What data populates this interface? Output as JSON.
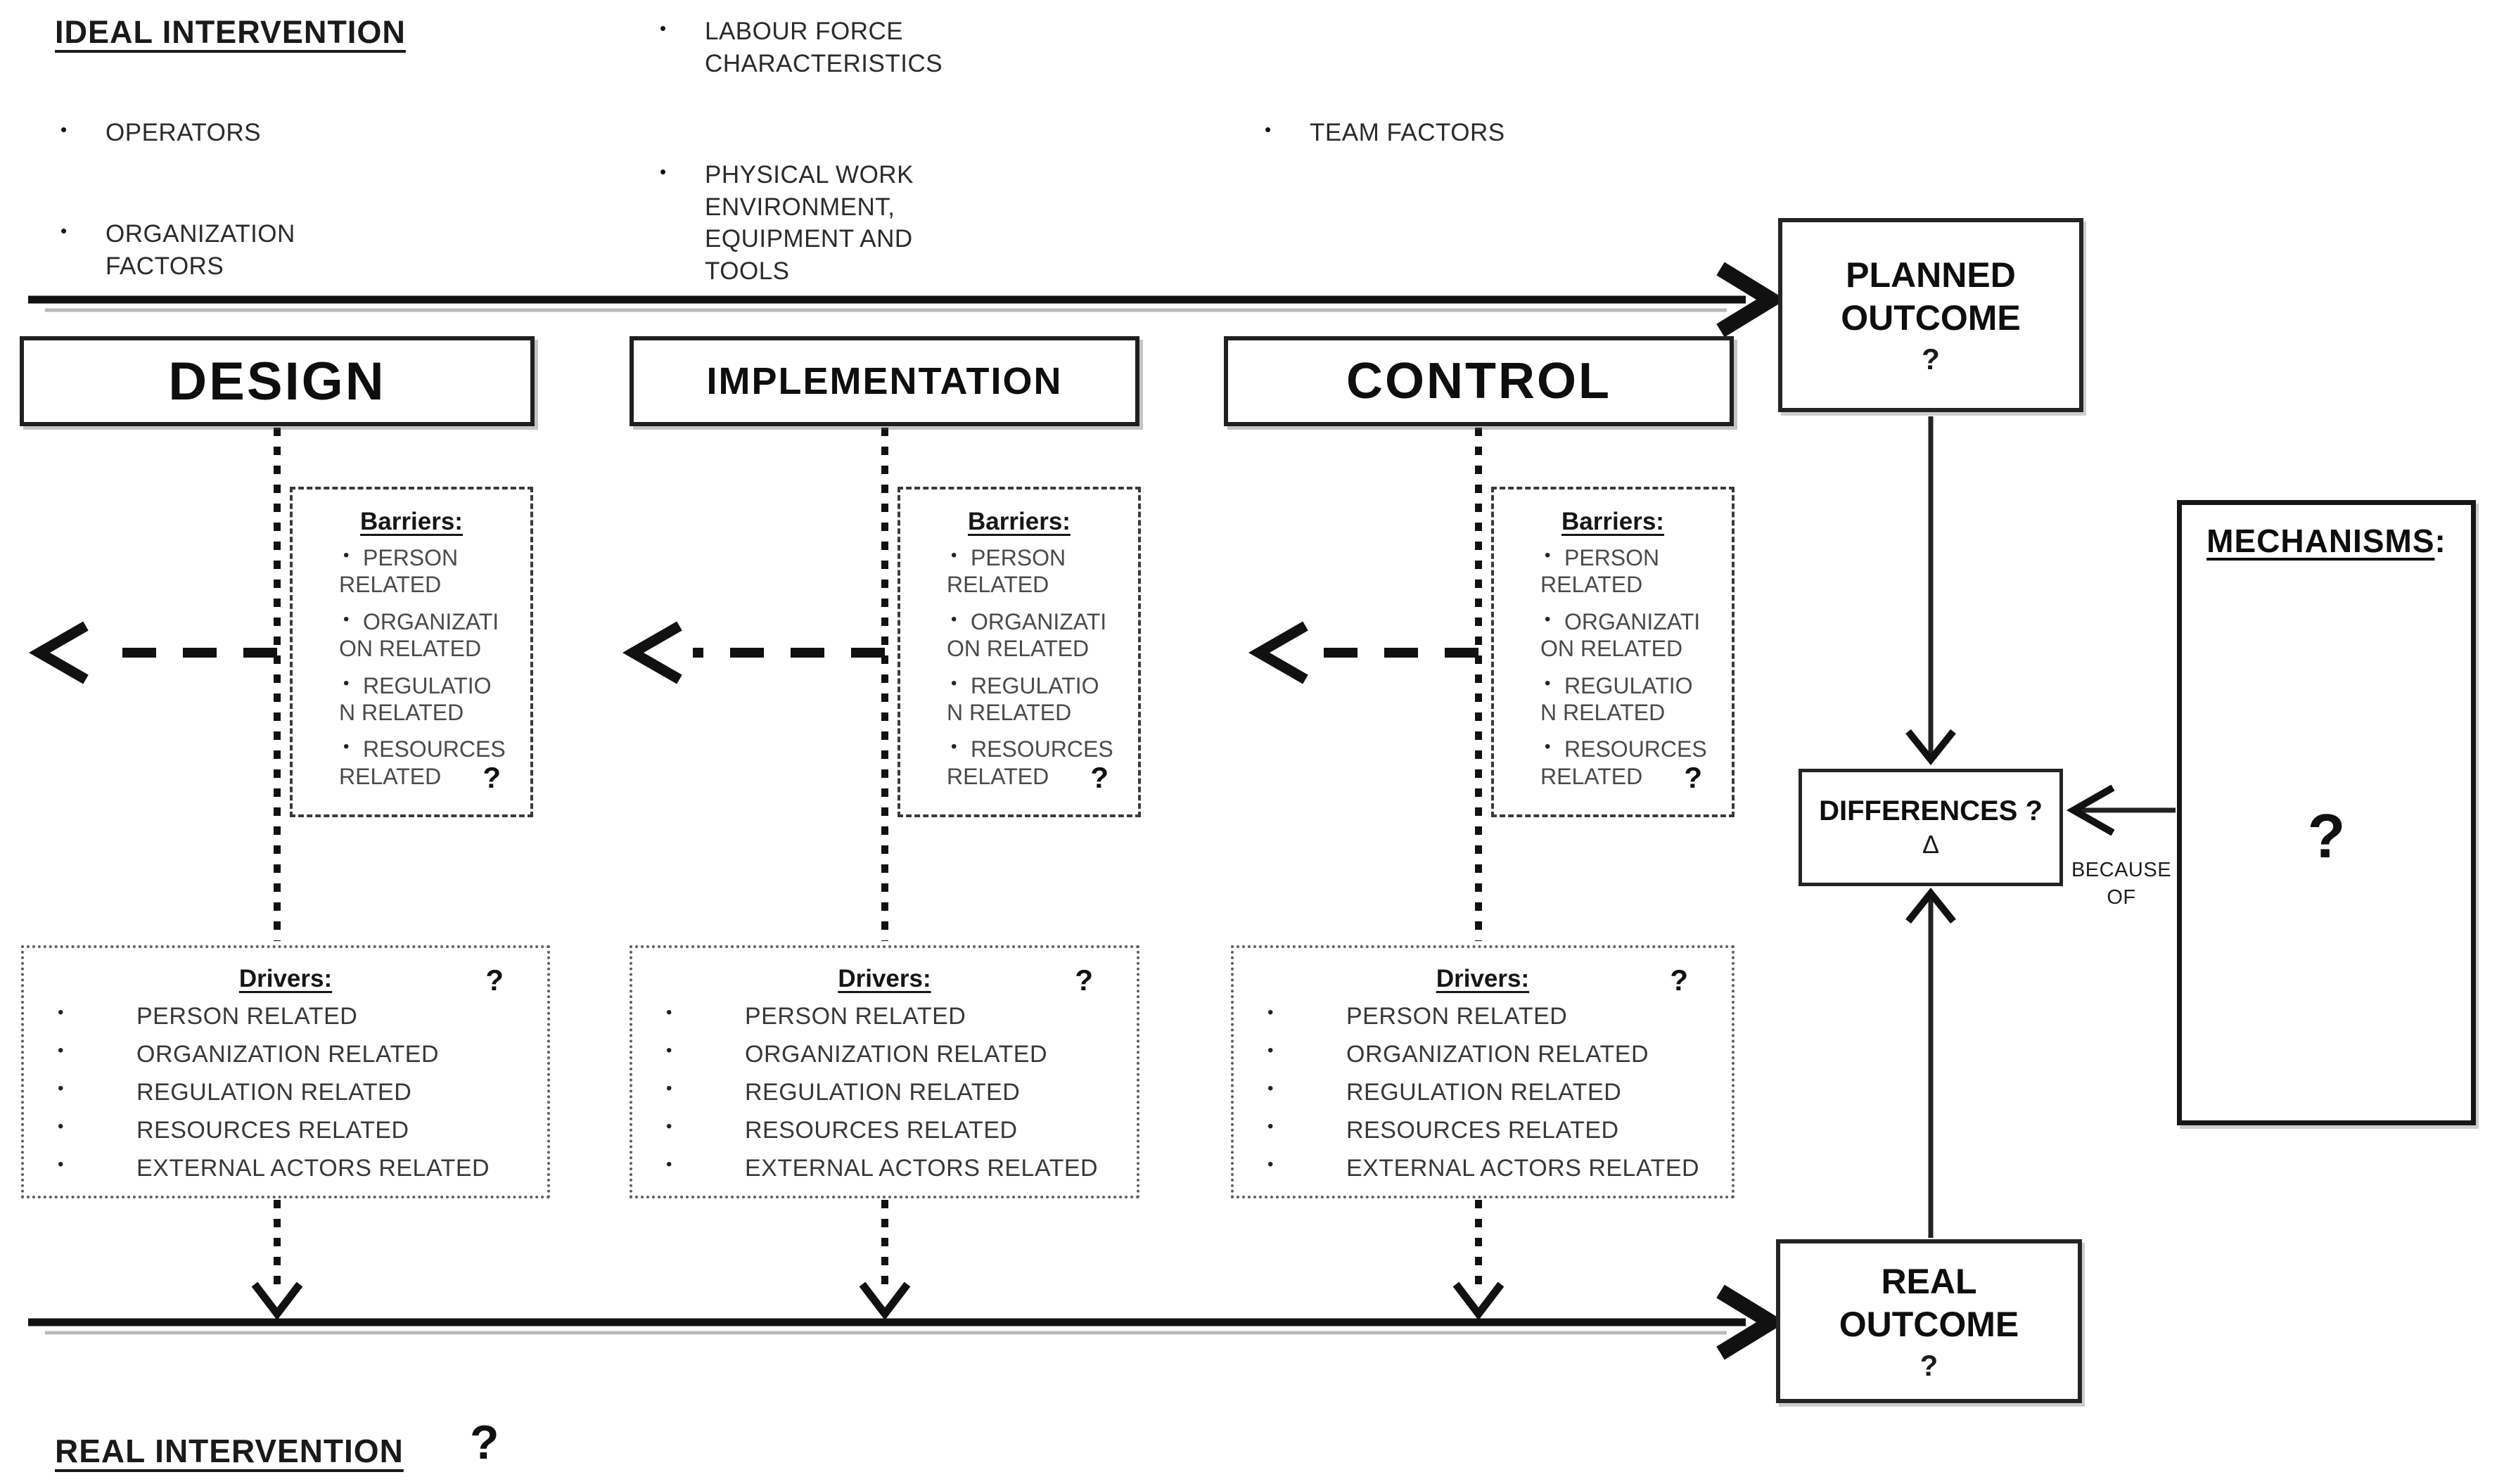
{
  "glyphs": {
    "bullet": "•"
  },
  "headers": {
    "ideal_intervention": "IDEAL INTERVENTION",
    "real_intervention": "REAL INTERVENTION",
    "real_intervention_question": "?"
  },
  "ideal_factors": [
    {
      "text": "OPERATORS"
    },
    {
      "text": "ORGANIZATION\nFACTORS"
    },
    {
      "text": "LABOUR FORCE\nCHARACTERISTICS"
    },
    {
      "text": "PHYSICAL WORK\nENVIRONMENT,\nEQUIPMENT AND\nTOOLS"
    },
    {
      "text": "TEAM FACTORS"
    }
  ],
  "phases": [
    {
      "label": "DESIGN"
    },
    {
      "label": "IMPLEMENTATION"
    },
    {
      "label": "CONTROL"
    }
  ],
  "barriers": {
    "title": "Barriers:",
    "items": [
      "PERSON\nRELATED",
      "ORGANIZATI\nON RELATED",
      "REGULATIO\nN RELATED",
      "RESOURCES\nRELATED"
    ],
    "question": "?"
  },
  "drivers": {
    "title": "Drivers:",
    "question": "?",
    "items": [
      "PERSON RELATED",
      "ORGANIZATION RELATED",
      "REGULATION RELATED",
      "RESOURCES RELATED",
      "EXTERNAL ACTORS RELATED"
    ]
  },
  "outcomes": {
    "planned": {
      "label": "PLANNED\nOUTCOME",
      "question": "?"
    },
    "real": {
      "label": "REAL\nOUTCOME",
      "question": "?"
    },
    "differences": {
      "label": "DIFFERENCES ?",
      "delta": "Δ"
    },
    "because_of": "BECAUSE\nOF"
  },
  "mechanisms": {
    "title": "MECHANISMS",
    "colon": ":",
    "question": "?"
  },
  "colors": {
    "line": "#111111",
    "shadow": "#b9b9b9",
    "text": "#1c1c1c",
    "background": "#ffffff"
  }
}
